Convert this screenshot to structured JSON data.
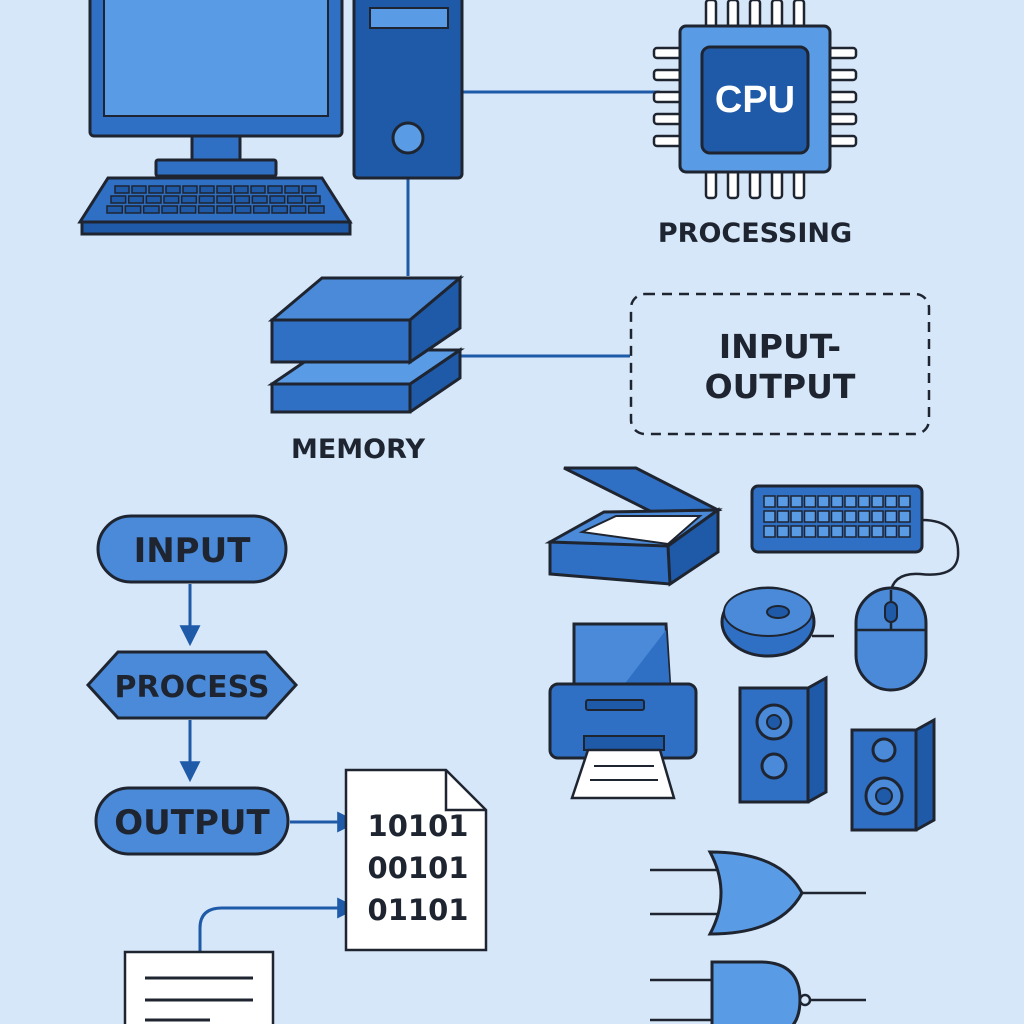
{
  "labels": {
    "cpu": "CPU",
    "processing": "PROCESSING",
    "memory": "MEMORY",
    "io_line1": "INPUT-",
    "io_line2": "OUTPUT"
  },
  "flow": {
    "input": "INPUT",
    "process": "PROCESS",
    "output": "OUTPUT"
  },
  "binary": [
    "10101",
    "00101",
    "01101"
  ],
  "colors": {
    "background": "#d6e7f9",
    "primary": "#2f6fc4",
    "dark": "#1f5aa8",
    "light": "#5a9be6",
    "outline": "#1f2530"
  },
  "icons": [
    "monitor-icon",
    "keyboard-icon",
    "tower-icon",
    "cpu-chip-icon",
    "memory-stack-icon",
    "scanner-icon",
    "mouse-icon",
    "printer-icon",
    "speaker-icon",
    "or-gate-icon",
    "and-gate-icon",
    "document-icon",
    "binary-file-icon"
  ]
}
